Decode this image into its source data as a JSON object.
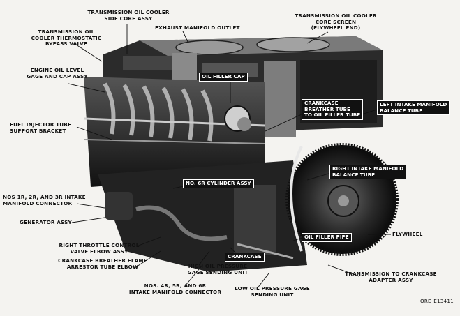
{
  "labels": {
    "trans_cooler_side_core": "TRANSMISSION OIL COOLER\nSIDE CORE ASSY",
    "trans_cooler_core_screen": "TRANSMISSION OIL COOLER\nCORE SCREEN\n(FLYWHEEL END)",
    "trans_oil_cooler_bypass": "TRANSMISSION OIL\nCOOLER THERMOSTATIC\nBYPASS VALVE",
    "exhaust_manifold_outlet": "EXHAUST MANIFOLD OUTLET",
    "engine_oil_level_gage": "ENGINE OIL LEVEL\nGAGE AND CAP ASSY",
    "oil_filler_cap": "OIL FILLER CAP",
    "crankcase_breather_tube": "CRANKCASE\nBREATHER TUBE\nTO OIL FILLER TUBE",
    "left_intake_manifold": "LEFT INTAKE MANIFOLD\nBALANCE TUBE",
    "fuel_injector_tube": "FUEL INJECTOR TUBE\nSUPPORT BRACKET",
    "right_intake_manifold": "RIGHT INTAKE MANIFOLD\nBALANCE TUBE",
    "no_6r_cylinder": "NO. 6R CYLINDER ASSY",
    "nos_intake_connector": "NOS 1R, 2R, AND 3R INTAKE\nMANIFOLD CONNECTOR",
    "generator_assy": "GENERATOR ASSY",
    "oil_filler_pipe": "OIL FILLER PIPE",
    "flywheel": "FLYWHEEL",
    "right_throttle_control": "RIGHT THROTTLE CONTROL\nVALVE ELBOW ASSY",
    "crankcase_label": "CRANKCASE",
    "crankcase_breather_flame": "CRANKCASE BREATHER FLAME\nARRESTOR TUBE ELBOW",
    "high_oil_pressure": "HIGH OIL PRESSURE\nGAGE SENDING UNIT",
    "trans_to_crankcase": "TRANSMISSION TO CRANKCASE\nADAPTER ASSY",
    "nos_4r_5r_6r": "NOS. 4R, 5R, AND 6R\nINTAKE MANIFOLD CONNECTOR",
    "low_oil_pressure": "LOW OIL PRESSURE GAGE\nSENDING UNIT",
    "ord_number": "ORD E13411"
  },
  "colors": {
    "ink": "#111111",
    "paper": "#f4f3f0",
    "engine_dark": "#1a1a1a",
    "engine_mid": "#4a4a4a",
    "engine_light": "#8c8c8c"
  }
}
